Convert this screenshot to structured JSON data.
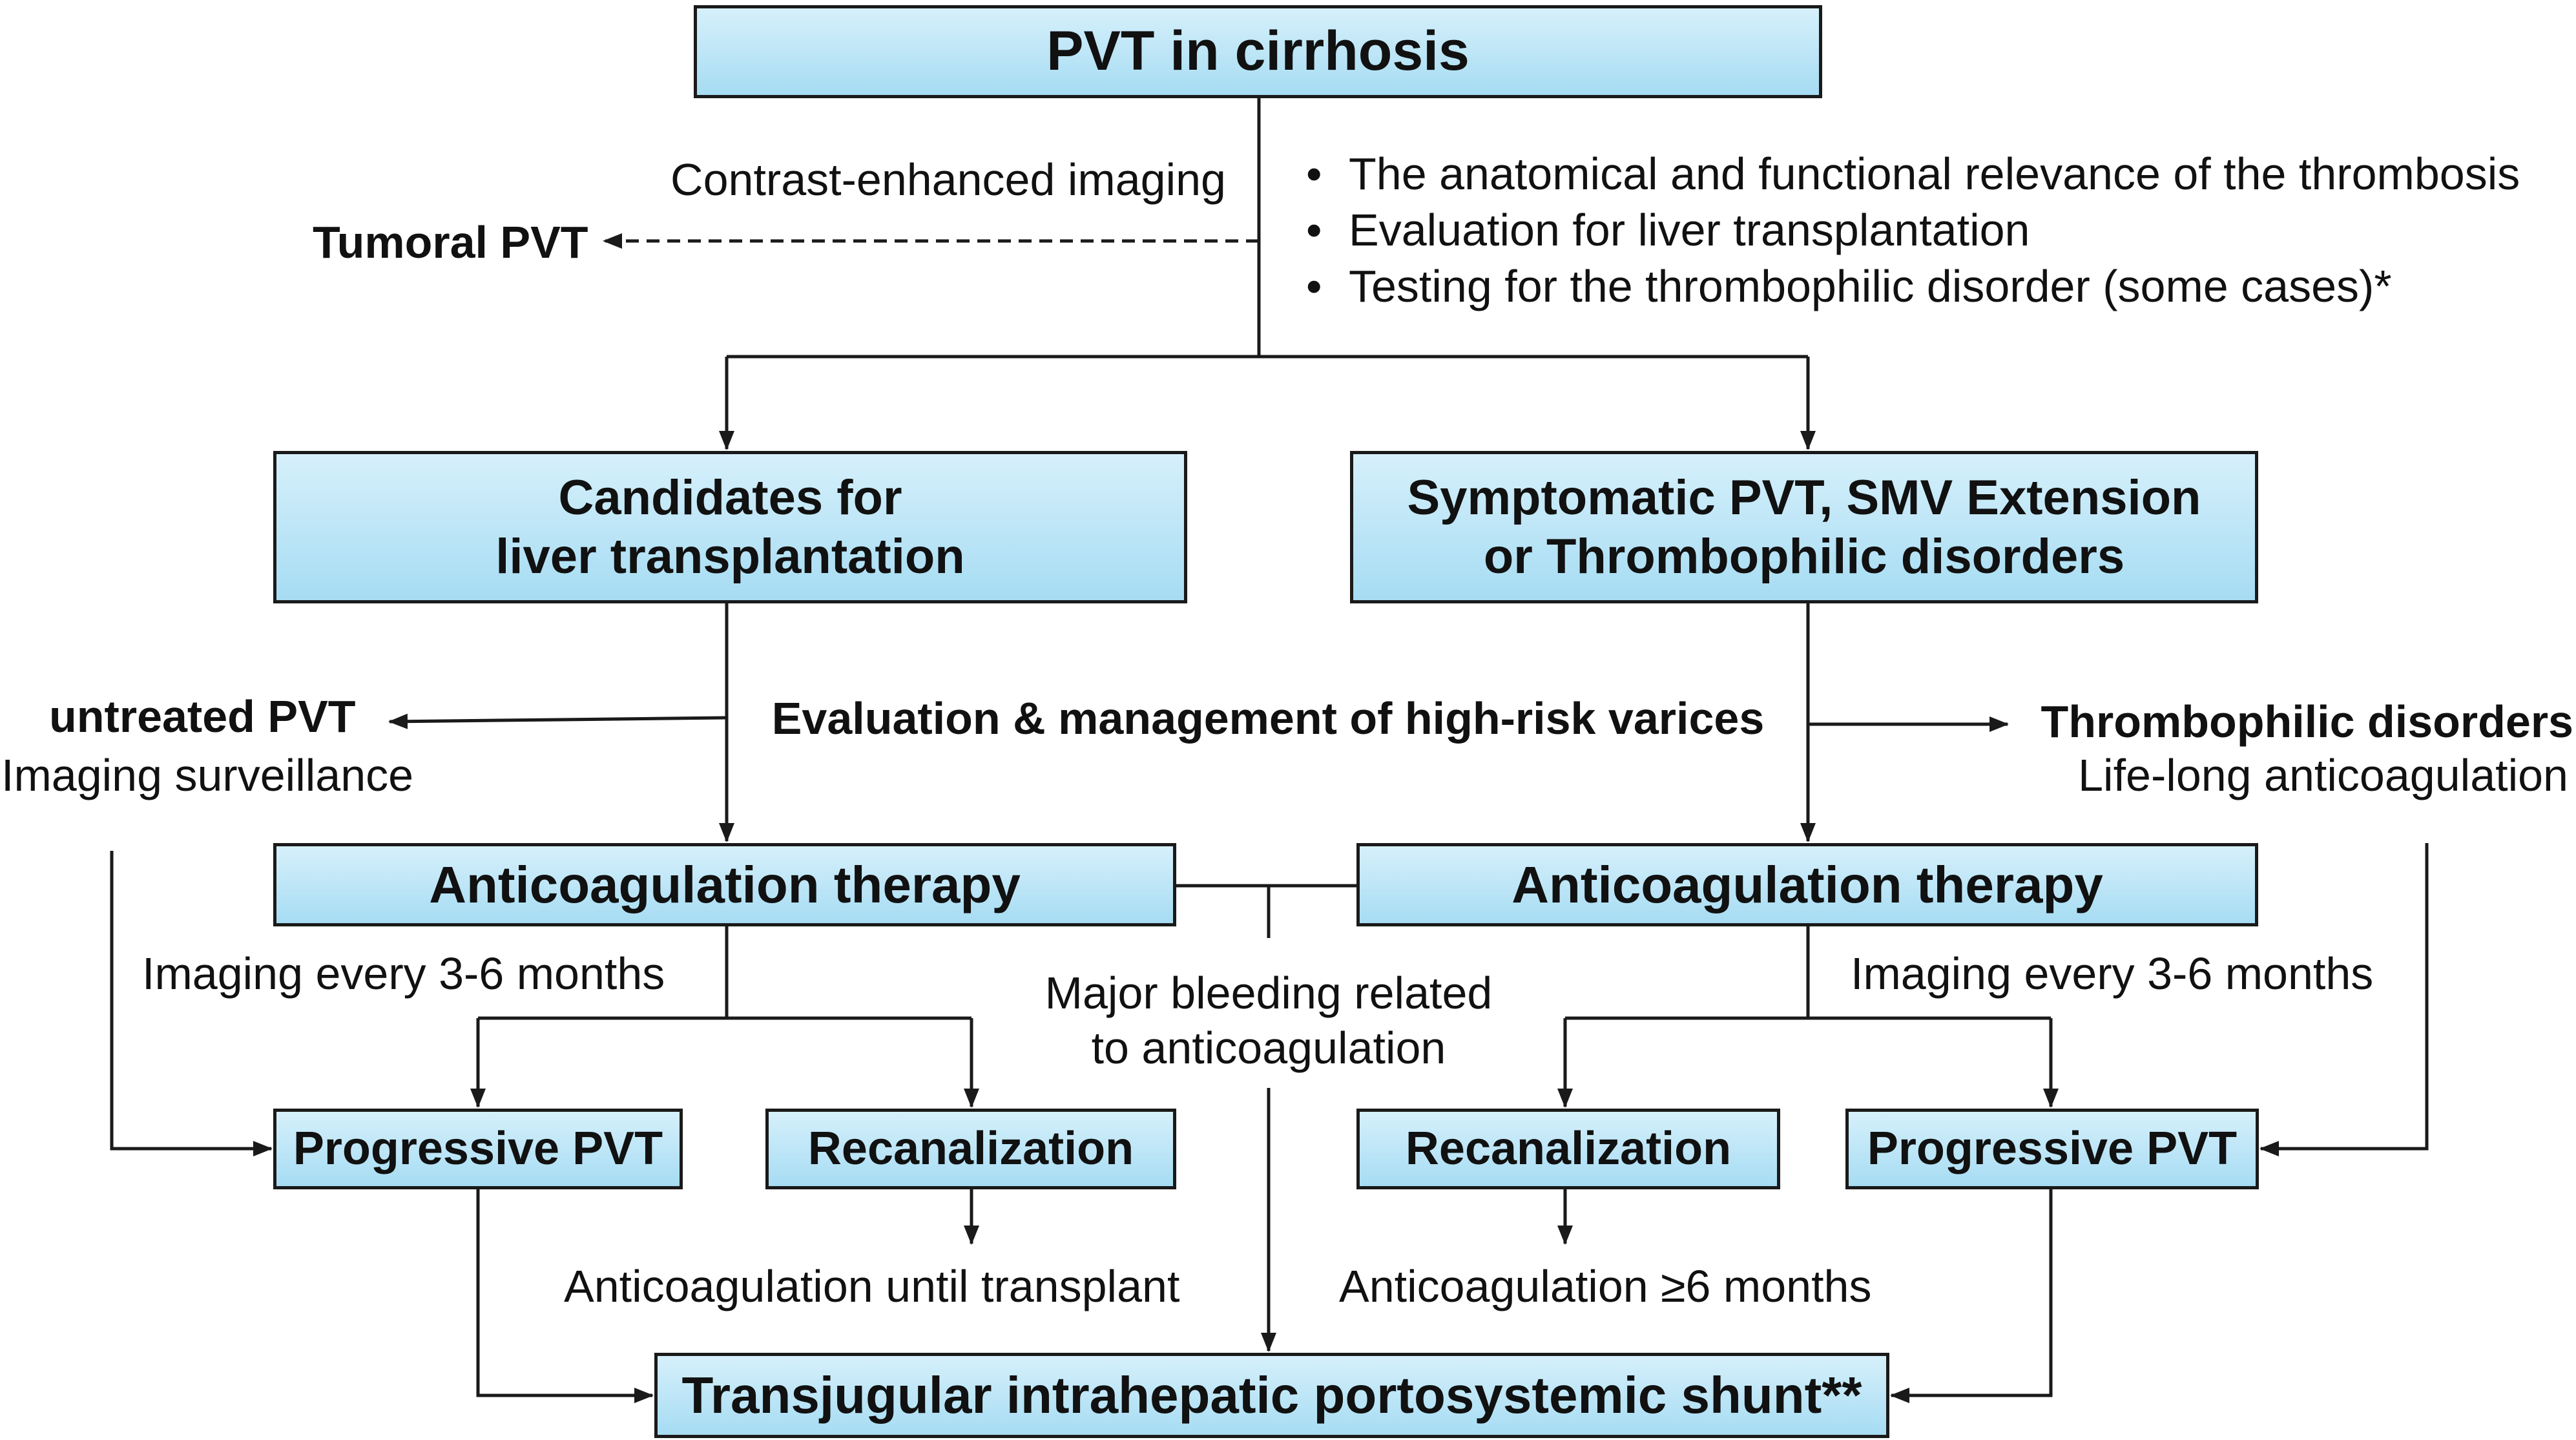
{
  "boxes": {
    "pvt_cirrhosis": "PVT in cirrhosis",
    "candidates_line1": "Candidates for",
    "candidates_line2": "liver transplantation",
    "symptomatic_line1": "Symptomatic PVT, SMV Extension",
    "symptomatic_line2": "or Thrombophilic disorders",
    "anticoag_left": "Anticoagulation therapy",
    "anticoag_right": "Anticoagulation therapy",
    "progressive_left": "Progressive PVT",
    "recanal_left": "Recanalization",
    "recanal_right": "Recanalization",
    "progressive_right": "Progressive PVT",
    "tips": "Transjugular intrahepatic portosystemic shunt**"
  },
  "labels": {
    "contrast_imaging": "Contrast-enhanced imaging",
    "tumoral_pvt": "Tumoral PVT",
    "bullets": [
      "The anatomical and functional relevance of the thrombosis",
      "Evaluation for liver transplantation",
      "Testing for the thrombophilic disorder (some cases)*"
    ],
    "untreated_pvt": "untreated PVT",
    "imaging_surveillance": "Imaging surveillance",
    "evaluation_varices": "Evaluation & management of high-risk varices",
    "thrombophilic_disorders": "Thrombophilic disorders",
    "lifelong_anticoag": "Life-long anticoagulation",
    "imaging_left": "Imaging every 3-6 months",
    "imaging_right": "Imaging every 3-6 months",
    "major_bleeding_line1": "Major bleeding related",
    "major_bleeding_line2": "to anticoagulation",
    "anticoag_until_transplant": "Anticoagulation until transplant",
    "anticoag_6_months": "Anticoagulation ≥6 months"
  }
}
